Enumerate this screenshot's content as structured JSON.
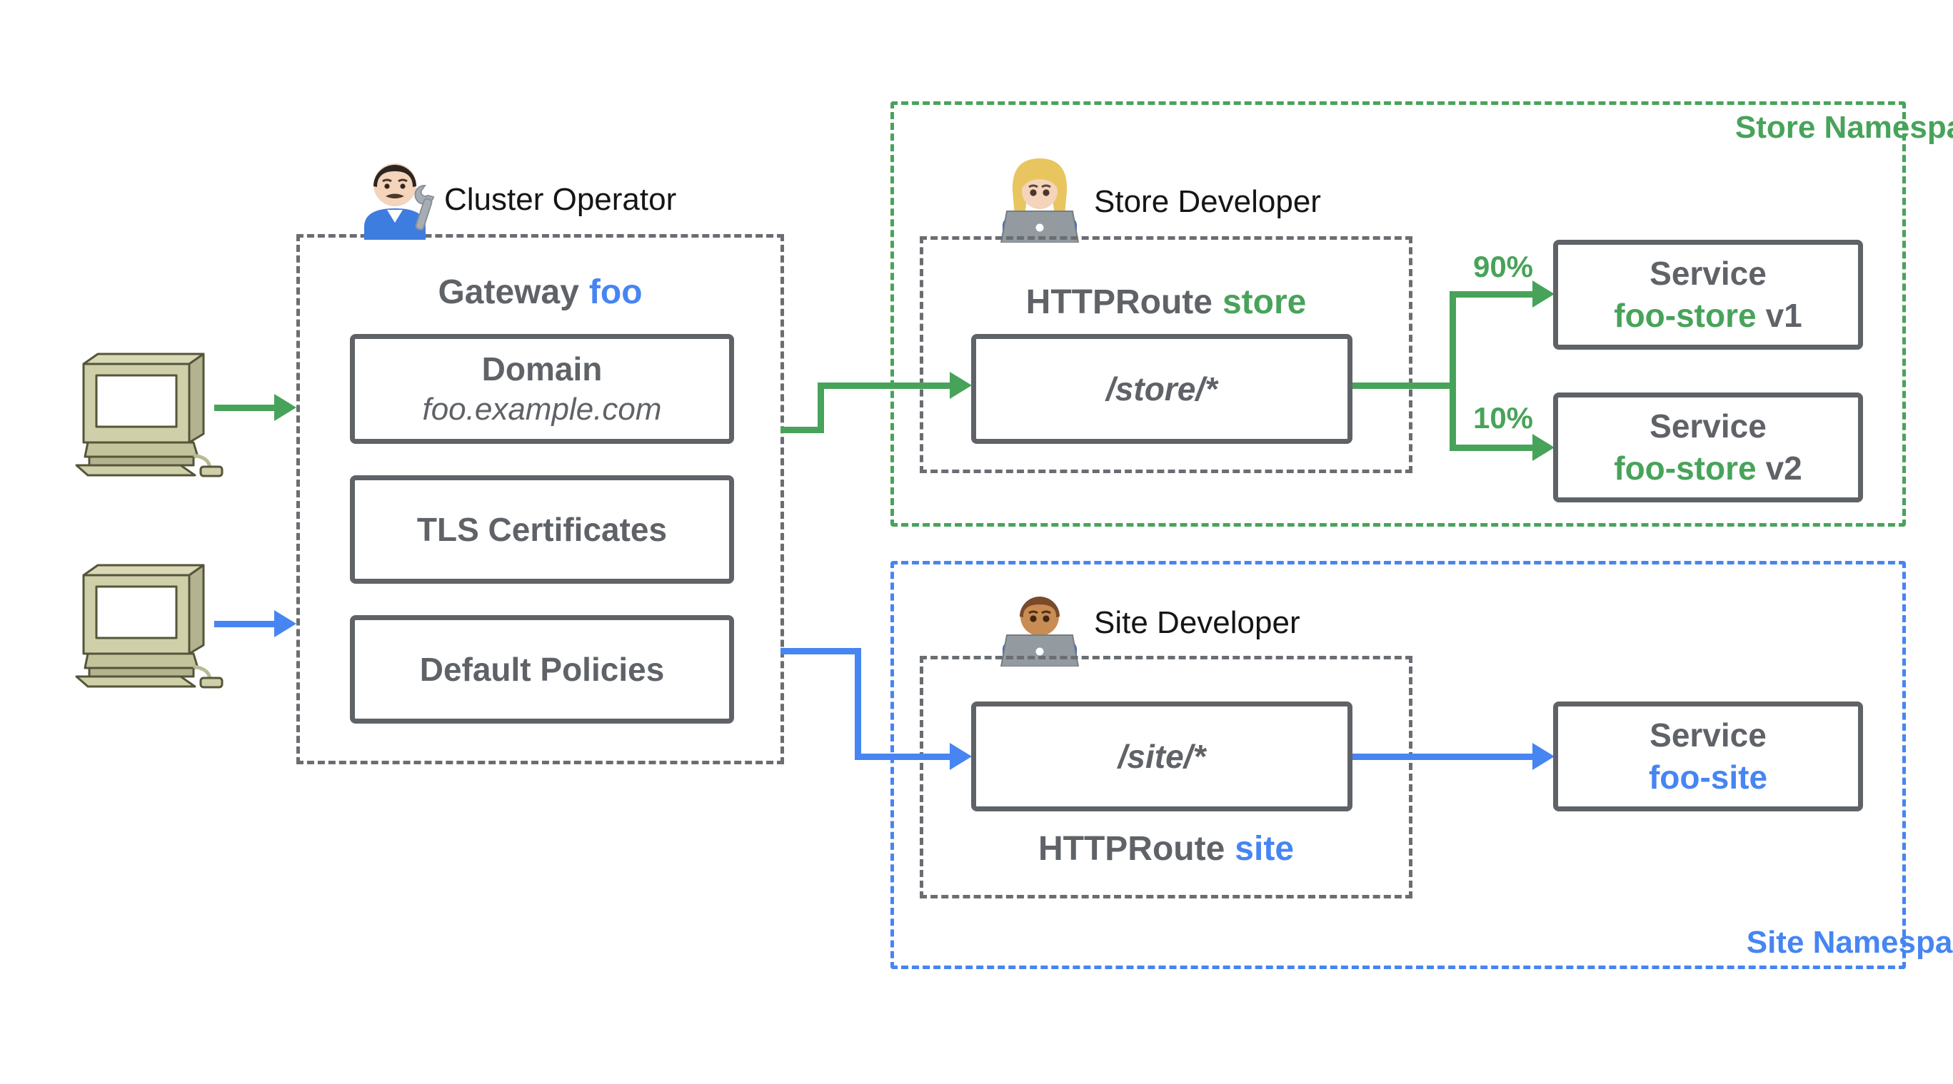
{
  "colors": {
    "green": "#48A35A",
    "blue": "#4685F2",
    "gray": "#5F6368",
    "black": "#151515"
  },
  "icons": {
    "client1": "retro-computer",
    "client2": "retro-computer",
    "cluster_operator": "man-mechanic-emoji",
    "store_developer": "woman-technologist-emoji",
    "site_developer": "man-technologist-emoji"
  },
  "gateway": {
    "owner_label": "Cluster Operator",
    "title_prefix": "Gateway",
    "title_name": "foo",
    "boxes": [
      {
        "title": "Domain",
        "subtitle": "foo.example.com"
      },
      {
        "title": "TLS Certificates"
      },
      {
        "title": "Default Policies"
      }
    ]
  },
  "store": {
    "label": "Store Namespace",
    "developer_label": "Store Developer",
    "route_prefix": "HTTPRoute",
    "route_name": "store",
    "path": "/store/*",
    "split": [
      {
        "percent": "90%",
        "service_label": "Service",
        "service_name": "foo-store",
        "service_version": "v1"
      },
      {
        "percent": "10%",
        "service_label": "Service",
        "service_name": "foo-store",
        "service_version": "v2"
      }
    ]
  },
  "site": {
    "label": "Site Namespace",
    "developer_label": "Site Developer",
    "route_prefix": "HTTPRoute",
    "route_name": "site",
    "path": "/site/*",
    "service_label": "Service",
    "service_name": "foo-site"
  }
}
